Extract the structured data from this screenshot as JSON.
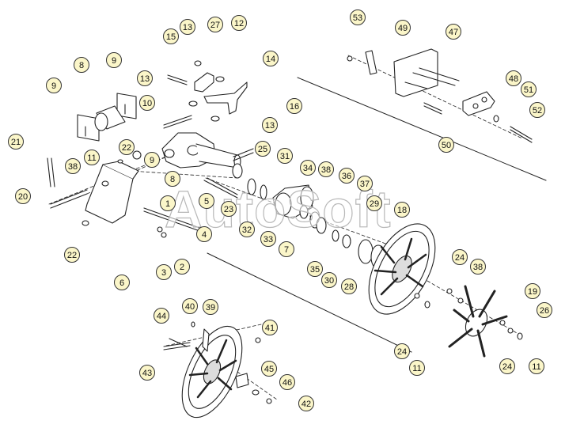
{
  "watermark": "AutoSoft",
  "colors": {
    "callout_fill": "#fbf6c9",
    "outline": "#222222",
    "watermark_outline": "#b8b8b8"
  },
  "callouts": [
    {
      "id": "c13a",
      "label": "13"
    },
    {
      "id": "c27",
      "label": "27"
    },
    {
      "id": "c12",
      "label": "12"
    },
    {
      "id": "c15",
      "label": "15"
    },
    {
      "id": "c14",
      "label": "14"
    },
    {
      "id": "c8",
      "label": "8"
    },
    {
      "id": "c9a",
      "label": "9"
    },
    {
      "id": "c9b",
      "label": "9"
    },
    {
      "id": "c13b",
      "label": "13"
    },
    {
      "id": "c16",
      "label": "16"
    },
    {
      "id": "c10",
      "label": "10"
    },
    {
      "id": "c13c",
      "label": "13"
    },
    {
      "id": "c21",
      "label": "21"
    },
    {
      "id": "c22a",
      "label": "22"
    },
    {
      "id": "c11a",
      "label": "11"
    },
    {
      "id": "c9c",
      "label": "9"
    },
    {
      "id": "c8b",
      "label": "8"
    },
    {
      "id": "c25",
      "label": "25"
    },
    {
      "id": "c31",
      "label": "31"
    },
    {
      "id": "c38a",
      "label": "38"
    },
    {
      "id": "c34",
      "label": "34"
    },
    {
      "id": "c38b",
      "label": "38"
    },
    {
      "id": "c36",
      "label": "36"
    },
    {
      "id": "c37",
      "label": "37"
    },
    {
      "id": "c20",
      "label": "20"
    },
    {
      "id": "c1",
      "label": "1"
    },
    {
      "id": "c5",
      "label": "5"
    },
    {
      "id": "c23",
      "label": "23"
    },
    {
      "id": "c29",
      "label": "29"
    },
    {
      "id": "c18",
      "label": "18"
    },
    {
      "id": "c22b",
      "label": "22"
    },
    {
      "id": "c4",
      "label": "4"
    },
    {
      "id": "c32",
      "label": "32"
    },
    {
      "id": "c33",
      "label": "33"
    },
    {
      "id": "c7",
      "label": "7"
    },
    {
      "id": "c2",
      "label": "2"
    },
    {
      "id": "c3",
      "label": "3"
    },
    {
      "id": "c6",
      "label": "6"
    },
    {
      "id": "c35",
      "label": "35"
    },
    {
      "id": "c30",
      "label": "30"
    },
    {
      "id": "c28",
      "label": "28"
    },
    {
      "id": "c53",
      "label": "53"
    },
    {
      "id": "c49",
      "label": "49"
    },
    {
      "id": "c47",
      "label": "47"
    },
    {
      "id": "c48",
      "label": "48"
    },
    {
      "id": "c51",
      "label": "51"
    },
    {
      "id": "c52",
      "label": "52"
    },
    {
      "id": "c50",
      "label": "50"
    },
    {
      "id": "c24a",
      "label": "24"
    },
    {
      "id": "c38c",
      "label": "38"
    },
    {
      "id": "c19",
      "label": "19"
    },
    {
      "id": "c26",
      "label": "26"
    },
    {
      "id": "c24b",
      "label": "24"
    },
    {
      "id": "c11b",
      "label": "11"
    },
    {
      "id": "c24c",
      "label": "24"
    },
    {
      "id": "c11c",
      "label": "11"
    },
    {
      "id": "c40",
      "label": "40"
    },
    {
      "id": "c39",
      "label": "39"
    },
    {
      "id": "c44",
      "label": "44"
    },
    {
      "id": "c41",
      "label": "41"
    },
    {
      "id": "c43",
      "label": "43"
    },
    {
      "id": "c45",
      "label": "45"
    },
    {
      "id": "c46",
      "label": "46"
    },
    {
      "id": "c42",
      "label": "42"
    }
  ]
}
